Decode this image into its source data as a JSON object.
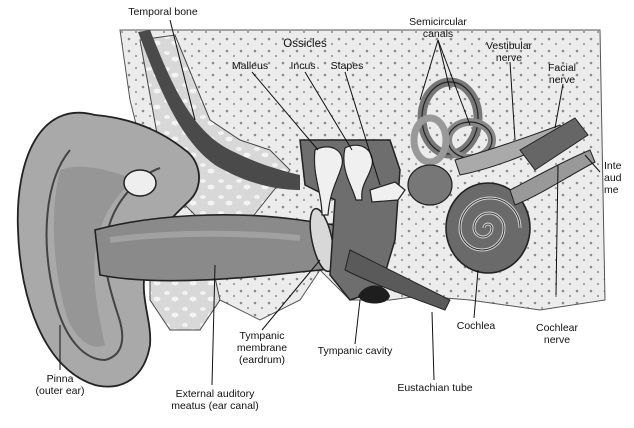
{
  "labels": {
    "temporal_bone": "Temporal bone",
    "ossicles": "Ossicles",
    "malleus": "Malleus",
    "incus": "Incus",
    "stapes": "Stapes",
    "semicircular_canals": {
      "line1": "Semicircular",
      "line2": "canals"
    },
    "vestibular_nerve": {
      "line1": "Vestibular",
      "line2": "nerve"
    },
    "facial_nerve": {
      "line1": "Facial",
      "line2": "nerve"
    },
    "internal_auditory_meatus": {
      "line1": "Inte",
      "line2": "aud",
      "line3": "me"
    },
    "cochlea": "Cochlea",
    "cochlear_nerve": {
      "line1": "Cochlear",
      "line2": "nerve"
    },
    "tympanic_membrane": {
      "line1": "Tympanic",
      "line2": "membrane",
      "line3": "(eardrum)"
    },
    "tympanic_cavity": "Tympanic cavity",
    "eustachian_tube": "Eustachian tube",
    "pinna": {
      "line1": "Pinna",
      "line2": "(outer ear)"
    },
    "external_auditory_meatus": {
      "line1": "External auditory",
      "line2": "meatus (ear canal)"
    }
  },
  "colors": {
    "bone": "#e8e8e8",
    "bone_dots": "#9a9a9a",
    "skin": "#b8b8b8",
    "canal": "#8c8c8c",
    "dark": "#3a3a3a",
    "outline": "#222222"
  }
}
